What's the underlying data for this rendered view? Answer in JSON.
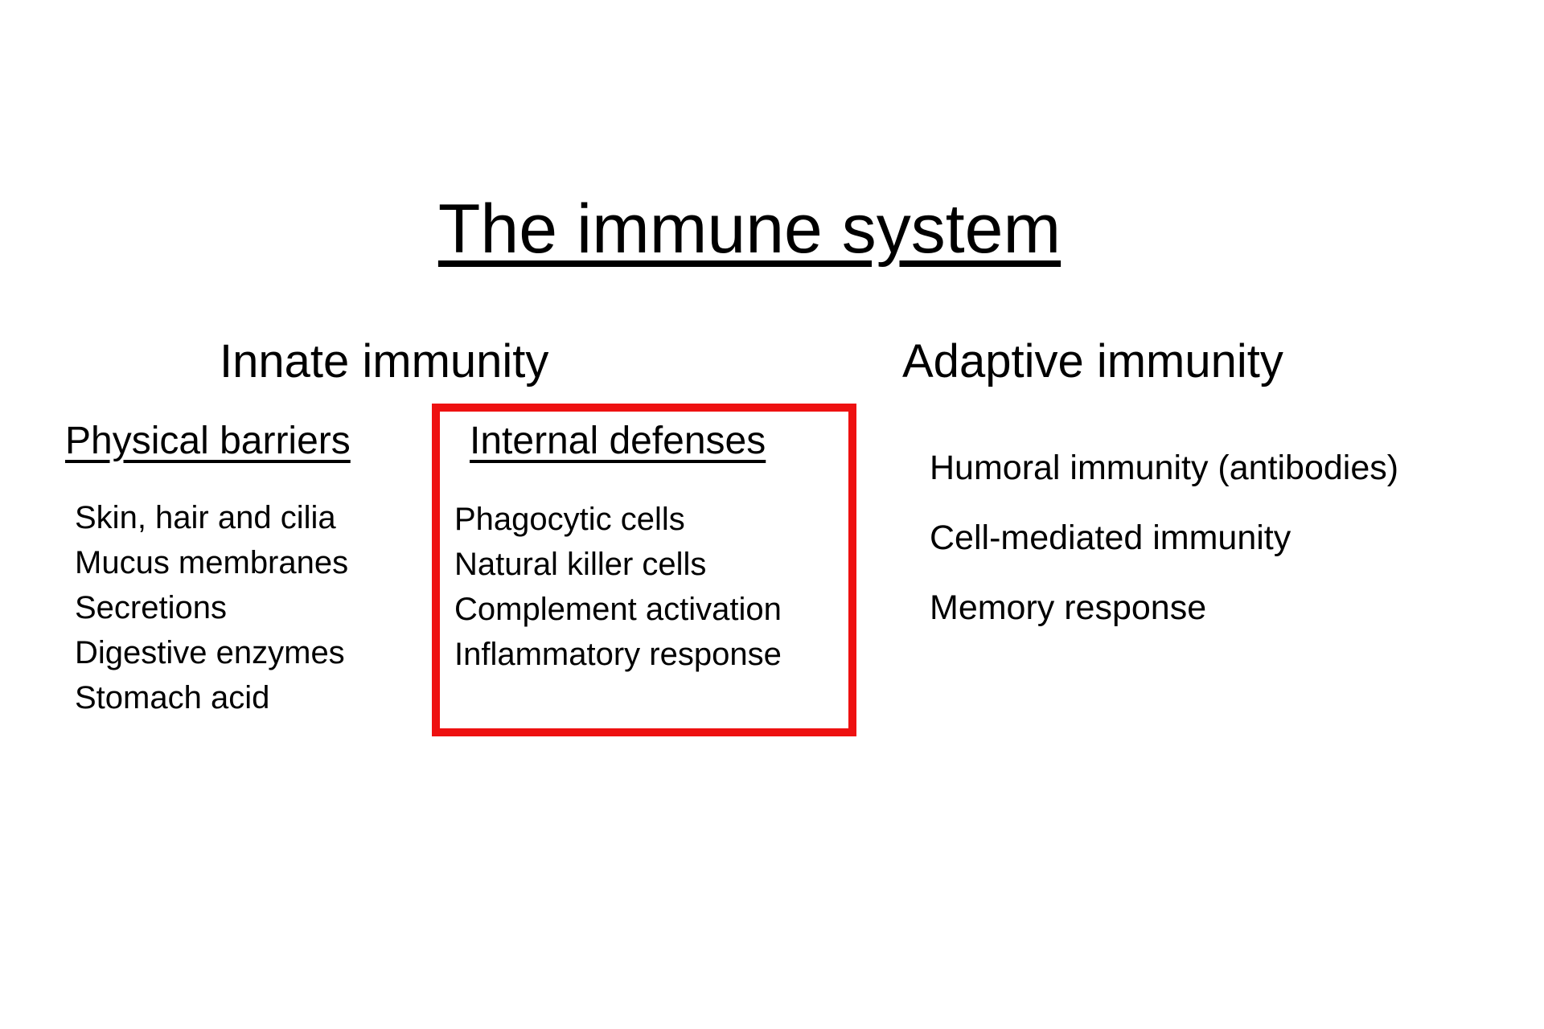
{
  "slide": {
    "title": "The immune system",
    "highlight_color": "#ee1111",
    "innate": {
      "heading": "Innate immunity",
      "physical_barriers": {
        "heading": "Physical barriers",
        "items": [
          "Skin, hair and cilia",
          "Mucus membranes",
          "Secretions",
          "Digestive enzymes",
          "Stomach acid"
        ]
      },
      "internal_defenses": {
        "heading": "Internal defenses",
        "items": [
          "Phagocytic cells",
          "Natural killer cells",
          "Complement activation",
          "Inflammatory response"
        ]
      }
    },
    "adaptive": {
      "heading": "Adaptive immunity",
      "items": [
        "Humoral immunity (antibodies)",
        "Cell-mediated immunity",
        "Memory response"
      ]
    }
  }
}
